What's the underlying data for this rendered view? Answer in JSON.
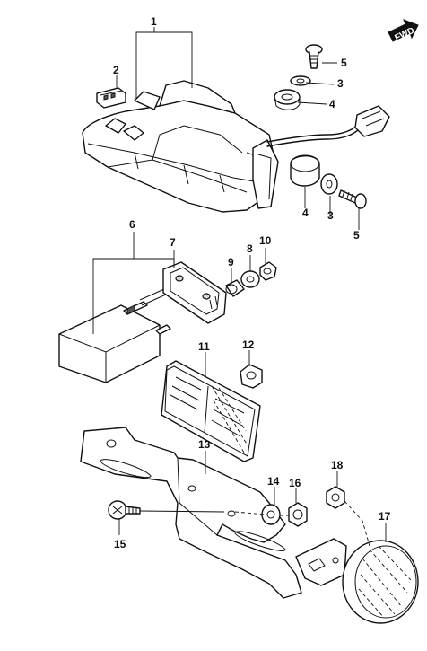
{
  "fwd_label": "FWD",
  "callouts": {
    "c1": "1",
    "c2": "2",
    "c3a": "3",
    "c3b": "3",
    "c4a": "4",
    "c4b": "4",
    "c5a": "5",
    "c5b": "5",
    "c6": "6",
    "c7": "7",
    "c8": "8",
    "c9": "9",
    "c10": "10",
    "c11": "11",
    "c12": "12",
    "c13": "13",
    "c14": "14",
    "c15": "15",
    "c16": "16",
    "c17": "17",
    "c18": "18"
  }
}
